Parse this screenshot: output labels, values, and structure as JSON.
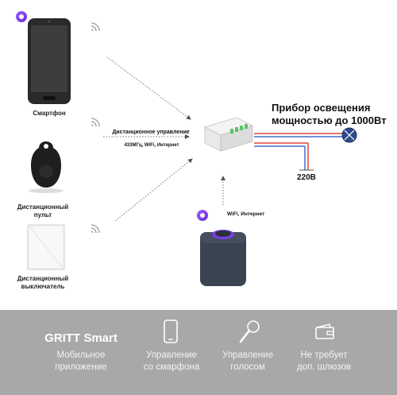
{
  "devices": {
    "smartphone": "Смартфон",
    "remote": "Дистанционный пульт",
    "switch": "Дистанционный выключатель"
  },
  "remote_control": {
    "title": "Дистанционное управление",
    "subtitle": "433МГц, WiFi, Интернет"
  },
  "speaker_link": "WiFi, Интернет",
  "lamp": {
    "line1": "Прибор освещения",
    "line2": "мощностью до 1000Вт"
  },
  "voltage": "220В",
  "footer": {
    "brand": "GRITT Smart",
    "app_line1": "Мобильное",
    "app_line2": "приложение",
    "items": [
      {
        "icon": "smartphone-icon",
        "line1": "Управление",
        "line2": "со смарфона"
      },
      {
        "icon": "microphone-icon",
        "line1": "Управление",
        "line2": "голосом"
      },
      {
        "icon": "wallet-icon",
        "line1": "Не требует",
        "line2": "доп. шлюзов"
      }
    ]
  },
  "colors": {
    "footer_bg": "#a8a8a8",
    "wire_red": "#e0453a",
    "wire_blue": "#3f6ec9",
    "accent_purple": "#7b3cf0"
  }
}
